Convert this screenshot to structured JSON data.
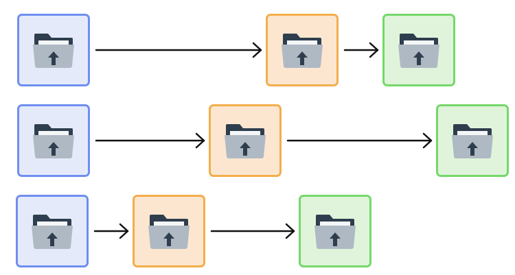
{
  "colors": {
    "blue": {
      "border": "#6E8EF0",
      "fill": "#E5EAFB"
    },
    "orange": {
      "border": "#F2AE4C",
      "fill": "#FCE6CF"
    },
    "green": {
      "border": "#74D86A",
      "fill": "#DFF4DA"
    },
    "folder_back": "#2F3E4E",
    "folder_paper": "#F4F6F8",
    "folder_front": "#AFB9C3",
    "upload_arrow": "#2F3E4E",
    "connector": "#111111"
  },
  "icon": "folder-upload-icon",
  "rows": [
    {
      "nodes": [
        {
          "kind": "source",
          "color": "blue"
        },
        {
          "kind": "intermediate",
          "color": "orange"
        },
        {
          "kind": "destination",
          "color": "green"
        }
      ]
    },
    {
      "nodes": [
        {
          "kind": "source",
          "color": "blue"
        },
        {
          "kind": "intermediate",
          "color": "orange"
        },
        {
          "kind": "destination",
          "color": "green"
        }
      ]
    },
    {
      "nodes": [
        {
          "kind": "source",
          "color": "blue"
        },
        {
          "kind": "intermediate",
          "color": "orange"
        },
        {
          "kind": "destination",
          "color": "green"
        }
      ]
    }
  ]
}
